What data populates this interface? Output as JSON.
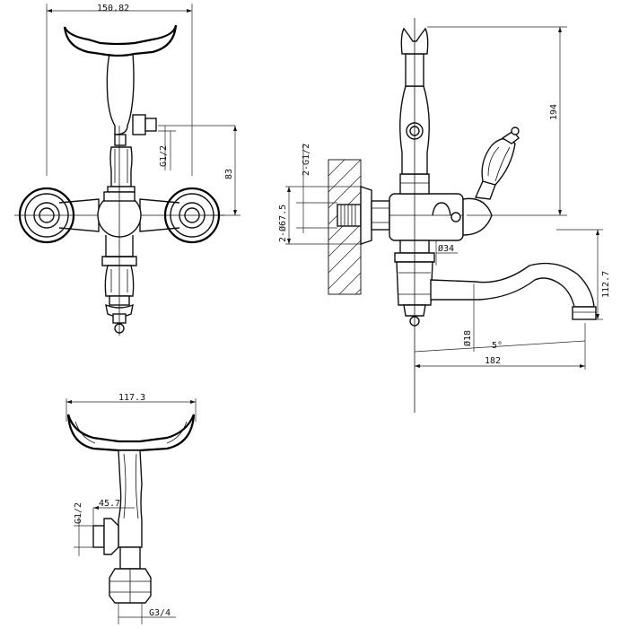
{
  "dimensions": {
    "front_width": "150.82",
    "front_inlet": "G1/2",
    "front_height": "83",
    "side_inlet": "2-G1/2",
    "side_flange": "2-Ø67.5",
    "side_body": "Ø34",
    "side_spout_tip": "Ø18",
    "side_spout_angle": "5°",
    "side_reach": "182",
    "side_total_height": "194",
    "side_spout_height": "112.7",
    "holder_width": "117.3",
    "holder_inlet": "G1/2",
    "holder_depth": "45.7",
    "holder_outlet": "G3/4"
  }
}
